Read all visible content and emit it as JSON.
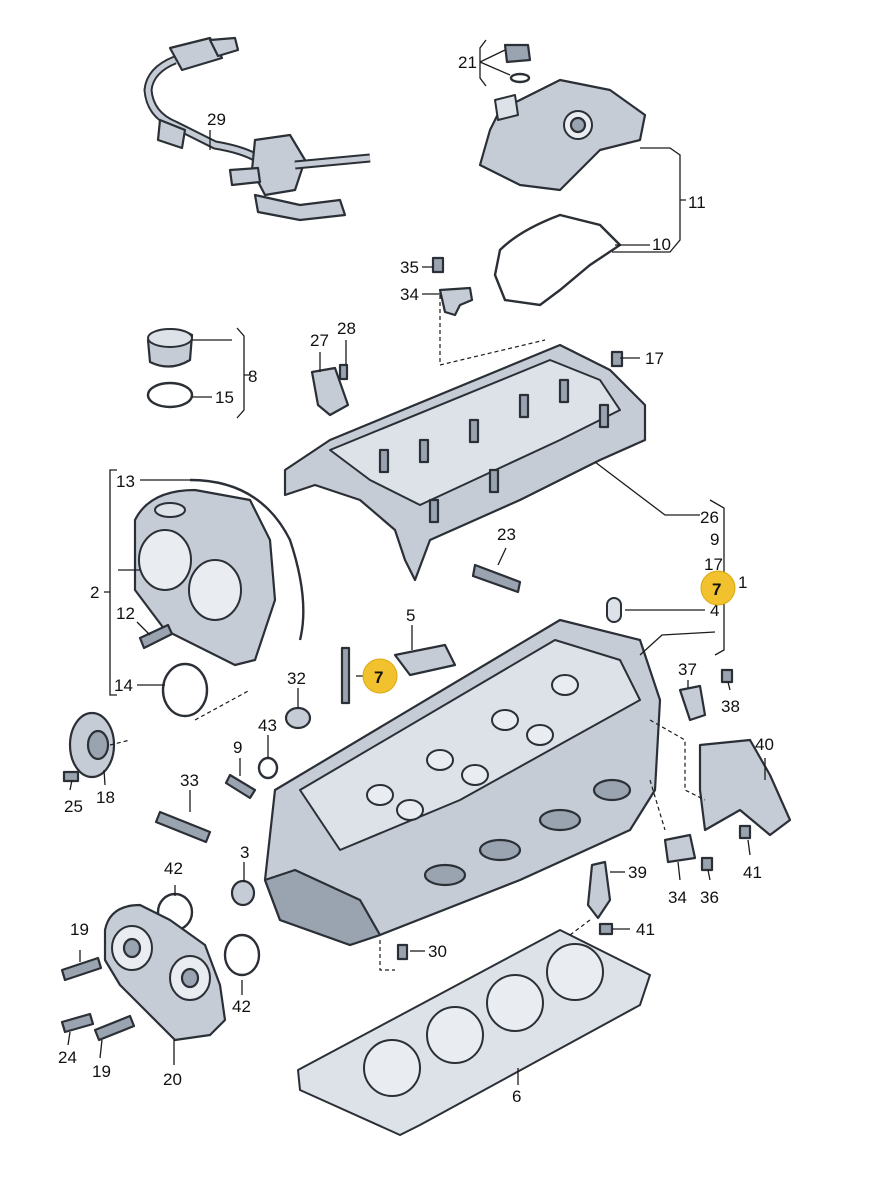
{
  "callouts": [
    {
      "id": "c1",
      "text": "1"
    },
    {
      "id": "c2",
      "text": "2"
    },
    {
      "id": "c3",
      "text": "3"
    },
    {
      "id": "c4",
      "text": "4"
    },
    {
      "id": "c5",
      "text": "5"
    },
    {
      "id": "c6",
      "text": "6"
    },
    {
      "id": "c7a",
      "text": "7",
      "highlight": true
    },
    {
      "id": "c7b",
      "text": "7",
      "highlight": true
    },
    {
      "id": "c8",
      "text": "8"
    },
    {
      "id": "c9a",
      "text": "9"
    },
    {
      "id": "c9b",
      "text": "9"
    },
    {
      "id": "c10",
      "text": "10"
    },
    {
      "id": "c11",
      "text": "11"
    },
    {
      "id": "c12",
      "text": "12"
    },
    {
      "id": "c13",
      "text": "13"
    },
    {
      "id": "c14",
      "text": "14"
    },
    {
      "id": "c15",
      "text": "15"
    },
    {
      "id": "c17a",
      "text": "17"
    },
    {
      "id": "c17b",
      "text": "17"
    },
    {
      "id": "c18",
      "text": "18"
    },
    {
      "id": "c19a",
      "text": "19"
    },
    {
      "id": "c19b",
      "text": "19"
    },
    {
      "id": "c20",
      "text": "20"
    },
    {
      "id": "c21",
      "text": "21"
    },
    {
      "id": "c23",
      "text": "23"
    },
    {
      "id": "c24",
      "text": "24"
    },
    {
      "id": "c25",
      "text": "25"
    },
    {
      "id": "c26",
      "text": "26"
    },
    {
      "id": "c27",
      "text": "27"
    },
    {
      "id": "c28",
      "text": "28"
    },
    {
      "id": "c29",
      "text": "29"
    },
    {
      "id": "c30",
      "text": "30"
    },
    {
      "id": "c32",
      "text": "32"
    },
    {
      "id": "c33",
      "text": "33"
    },
    {
      "id": "c34a",
      "text": "34"
    },
    {
      "id": "c34b",
      "text": "34"
    },
    {
      "id": "c35",
      "text": "35"
    },
    {
      "id": "c36",
      "text": "36"
    },
    {
      "id": "c37",
      "text": "37"
    },
    {
      "id": "c38",
      "text": "38"
    },
    {
      "id": "c39",
      "text": "39"
    },
    {
      "id": "c40",
      "text": "40"
    },
    {
      "id": "c41a",
      "text": "41"
    },
    {
      "id": "c41b",
      "text": "41"
    },
    {
      "id": "c42a",
      "text": "42"
    },
    {
      "id": "c42b",
      "text": "42"
    },
    {
      "id": "c43",
      "text": "43"
    }
  ],
  "colors": {
    "highlight": "#f2c12e",
    "part": "#c5ccd6",
    "outline": "#2b2f36"
  }
}
